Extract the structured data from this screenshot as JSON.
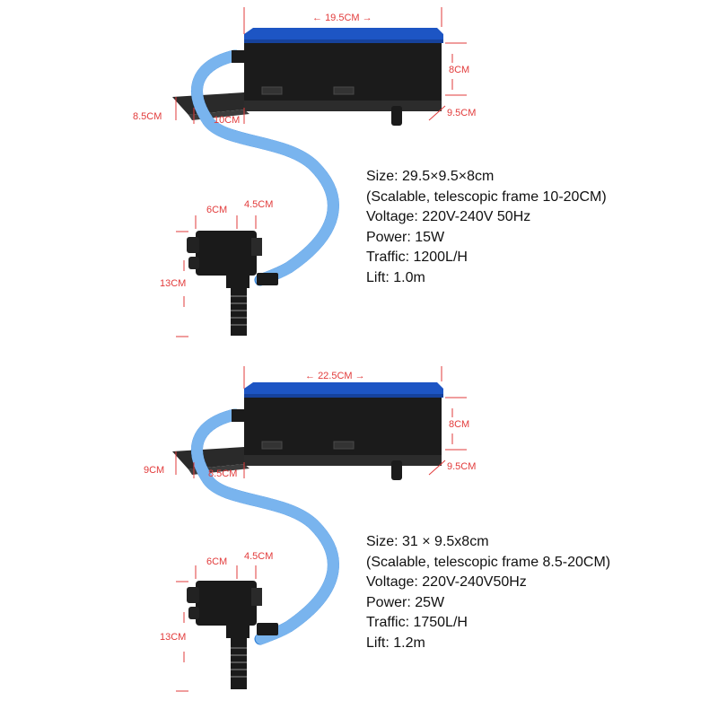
{
  "products": [
    {
      "dimensions": {
        "box_width": "19.5CM",
        "box_height": "8CM",
        "box_depth": "9.5CM",
        "bracket_left": "8.5CM",
        "bracket_width": "10CM",
        "pump_width": "6CM",
        "pump_depth": "4.5CM",
        "pump_height": "13CM"
      },
      "specs": {
        "size": "Size: 29.5×9.5×8cm",
        "frame": "(Scalable, telescopic frame 10-20CM)",
        "voltage": "Voltage: 220V-240V 50Hz",
        "power": "Power: 15W",
        "traffic": "Traffic: 1200L/H",
        "lift": "Lift: 1.0m"
      }
    },
    {
      "dimensions": {
        "box_width": "22.5CM",
        "box_height": "8CM",
        "box_depth": "9.5CM",
        "bracket_left": "9CM",
        "bracket_width": "8.5CM",
        "pump_width": "6CM",
        "pump_depth": "4.5CM",
        "pump_height": "13CM"
      },
      "specs": {
        "size": "Size: 31 × 9.5x8cm",
        "frame": "(Scalable, telescopic frame 8.5-20CM)",
        "voltage": "Voltage: 220V-240V50Hz",
        "power": "Power: 25W",
        "traffic": "Traffic: 1750L/H",
        "lift": "Lift: 1.2m"
      }
    }
  ],
  "colors": {
    "dimension_text": "#e23b3b",
    "box_lid": "#1d55c4",
    "box_body": "#1b1b1b",
    "hose": "#2f7fd6"
  }
}
